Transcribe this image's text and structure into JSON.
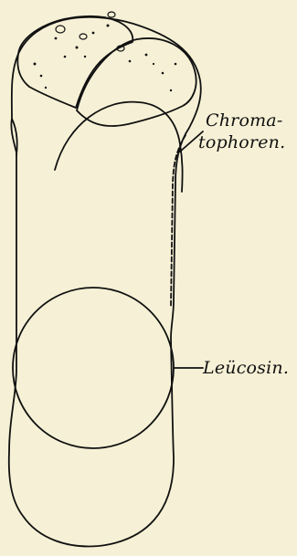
{
  "labels": {
    "chromatophoren_line1": "Chroma-",
    "chromatophoren_line2": "tophoren.",
    "leucosin": "Leücosin."
  },
  "colors": {
    "paper": "#f6f1d6",
    "ink": "#111111"
  }
}
